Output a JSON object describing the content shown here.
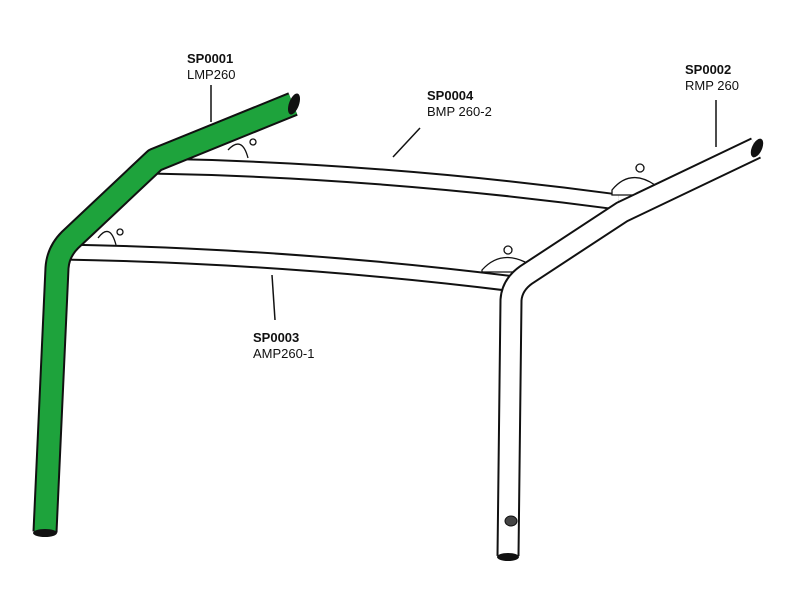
{
  "colors": {
    "highlight": "#1ea33c",
    "outline": "#111111",
    "tube": "#ffffff"
  },
  "parts": [
    {
      "code": "SP0001",
      "name": "LMP260",
      "highlighted": true
    },
    {
      "code": "SP0002",
      "name": "RMP 260",
      "highlighted": false
    },
    {
      "code": "SP0003",
      "name": "AMP260-1",
      "highlighted": false
    },
    {
      "code": "SP0004",
      "name": "BMP 260-2",
      "highlighted": false
    }
  ]
}
